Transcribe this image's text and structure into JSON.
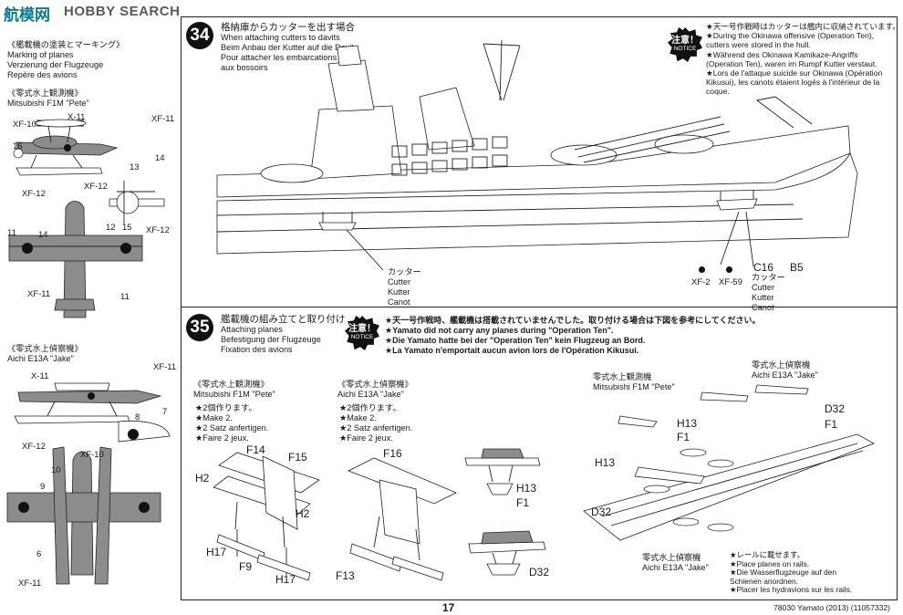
{
  "watermark": {
    "logo_text": "航模网",
    "search_text": "HOBBY SEARCH"
  },
  "left": {
    "header": [
      "《艦載機の塗装とマーキング》",
      "Marking of planes",
      "Verzierung der Flugzeuge",
      "Repère des avions"
    ],
    "pete_title": [
      "《零式水上観測機》",
      "Mitsubishi F1M \"Pete\""
    ],
    "jake_title": [
      "《零式水上偵察機》",
      "Aichi E13A \"Jake\""
    ],
    "pete_labels": [
      "X-11",
      "XF-11",
      "XF-10",
      "XF-12",
      "XF-12",
      "XF-12",
      "XF-11"
    ],
    "pete_numbers": [
      "16",
      "13",
      "14",
      "12",
      "15",
      "11",
      "14",
      "11"
    ],
    "jake_labels": [
      "XF-11",
      "X-11",
      "XF-12",
      "XF-10",
      "XF-11"
    ],
    "jake_numbers": [
      "7",
      "8",
      "10",
      "9",
      "6"
    ]
  },
  "step34": {
    "number": "34",
    "text": [
      "格納庫からカッターを出す場合",
      "When attaching cutters to davits",
      "Beim Anbau der Kutter auf die Davits",
      "Pour attacher les embarcations",
      "aux bossoirs"
    ],
    "notice": {
      "title": "注意！",
      "sub": "NOTICE"
    },
    "notice_text": [
      "★天一号作戦時はカッターは艦内に収納されています。",
      "★During the Okinawa offensive (Operation Ten),",
      "cutters were stored in the hull.",
      "★Während des Okinawa Kamikaze-Angriffs",
      "(Operation Ten), waren im Rumpf Kutter verstaut.",
      "★Lors de l'attaque suicide sur Okinawa (Opération",
      "Kikusui), les canots étaient logés à l'intérieur de la",
      "coque."
    ],
    "cutter_label": [
      "カッター",
      "Cutter",
      "Kutter",
      "Canot"
    ],
    "parts": {
      "c16": "C16",
      "b5": "B5"
    },
    "cutter_label2": [
      "カッター",
      "Cutter",
      "Kutter",
      "Canot"
    ],
    "paints": [
      "XF-2",
      "XF-59"
    ]
  },
  "step35": {
    "number": "35",
    "text": [
      "艦載機の組み立てと取り付け",
      "Attaching planes",
      "Befestigung der Flugzeuge",
      "Fixation des avions"
    ],
    "notice": {
      "title": "注意！",
      "sub": "NOTICE"
    },
    "notice_text": [
      "★天一号作戦時、艦載機は搭載されていませんでした。取り付ける場合は下図を参考にしてください。",
      "★Yamato did not carry any planes during \"Operation Ten\".",
      "★Die Yamato hatte bei der \"Operation Ten\" kein Flugzeug an Bord.",
      "★La Yamato n'emportait aucun avion lors de l'Opération Kikusui."
    ],
    "pete": {
      "title": [
        "《零式水上観測機》",
        "Mitsubishi F1M \"Pete\""
      ],
      "make": [
        "★2個作ります。",
        "★Make 2.",
        "★2 Satz anfertigen.",
        "★Faire 2 jeux."
      ],
      "parts": [
        "F14",
        "F15",
        "H2",
        "H2",
        "H17",
        "F9",
        "H17"
      ]
    },
    "jake": {
      "title": [
        "《零式水上偵察機》",
        "Aichi E13A \"Jake\""
      ],
      "make": [
        "★2個作ります。",
        "★Make 2.",
        "★2 Satz anfertigen.",
        "★Faire 2 jeux."
      ],
      "parts": [
        "F16",
        "F13"
      ]
    },
    "center_parts": [
      "H13",
      "F1",
      "D32"
    ],
    "right": {
      "pete_label": [
        "零式水上観測機",
        "Mitsubishi F1M \"Pete\""
      ],
      "jake_label_top": [
        "零式水上偵察機",
        "Aichi E13A \"Jake\""
      ],
      "jake_label_bottom": [
        "零式水上偵察機",
        "Aichi E13A \"Jake\""
      ],
      "parts": [
        "D32",
        "F1",
        "H13",
        "F1",
        "H13",
        "D32"
      ],
      "rails_text": [
        "★レールに載せます。",
        "★Place planes on rails.",
        "★Die Wasserflugzeuge auf den",
        "Schienen anordnen.",
        "★Placer les hydravions sur les rails."
      ]
    }
  },
  "footer": {
    "page": "17",
    "code": "78030 Yamato (2013) (11057332)"
  }
}
